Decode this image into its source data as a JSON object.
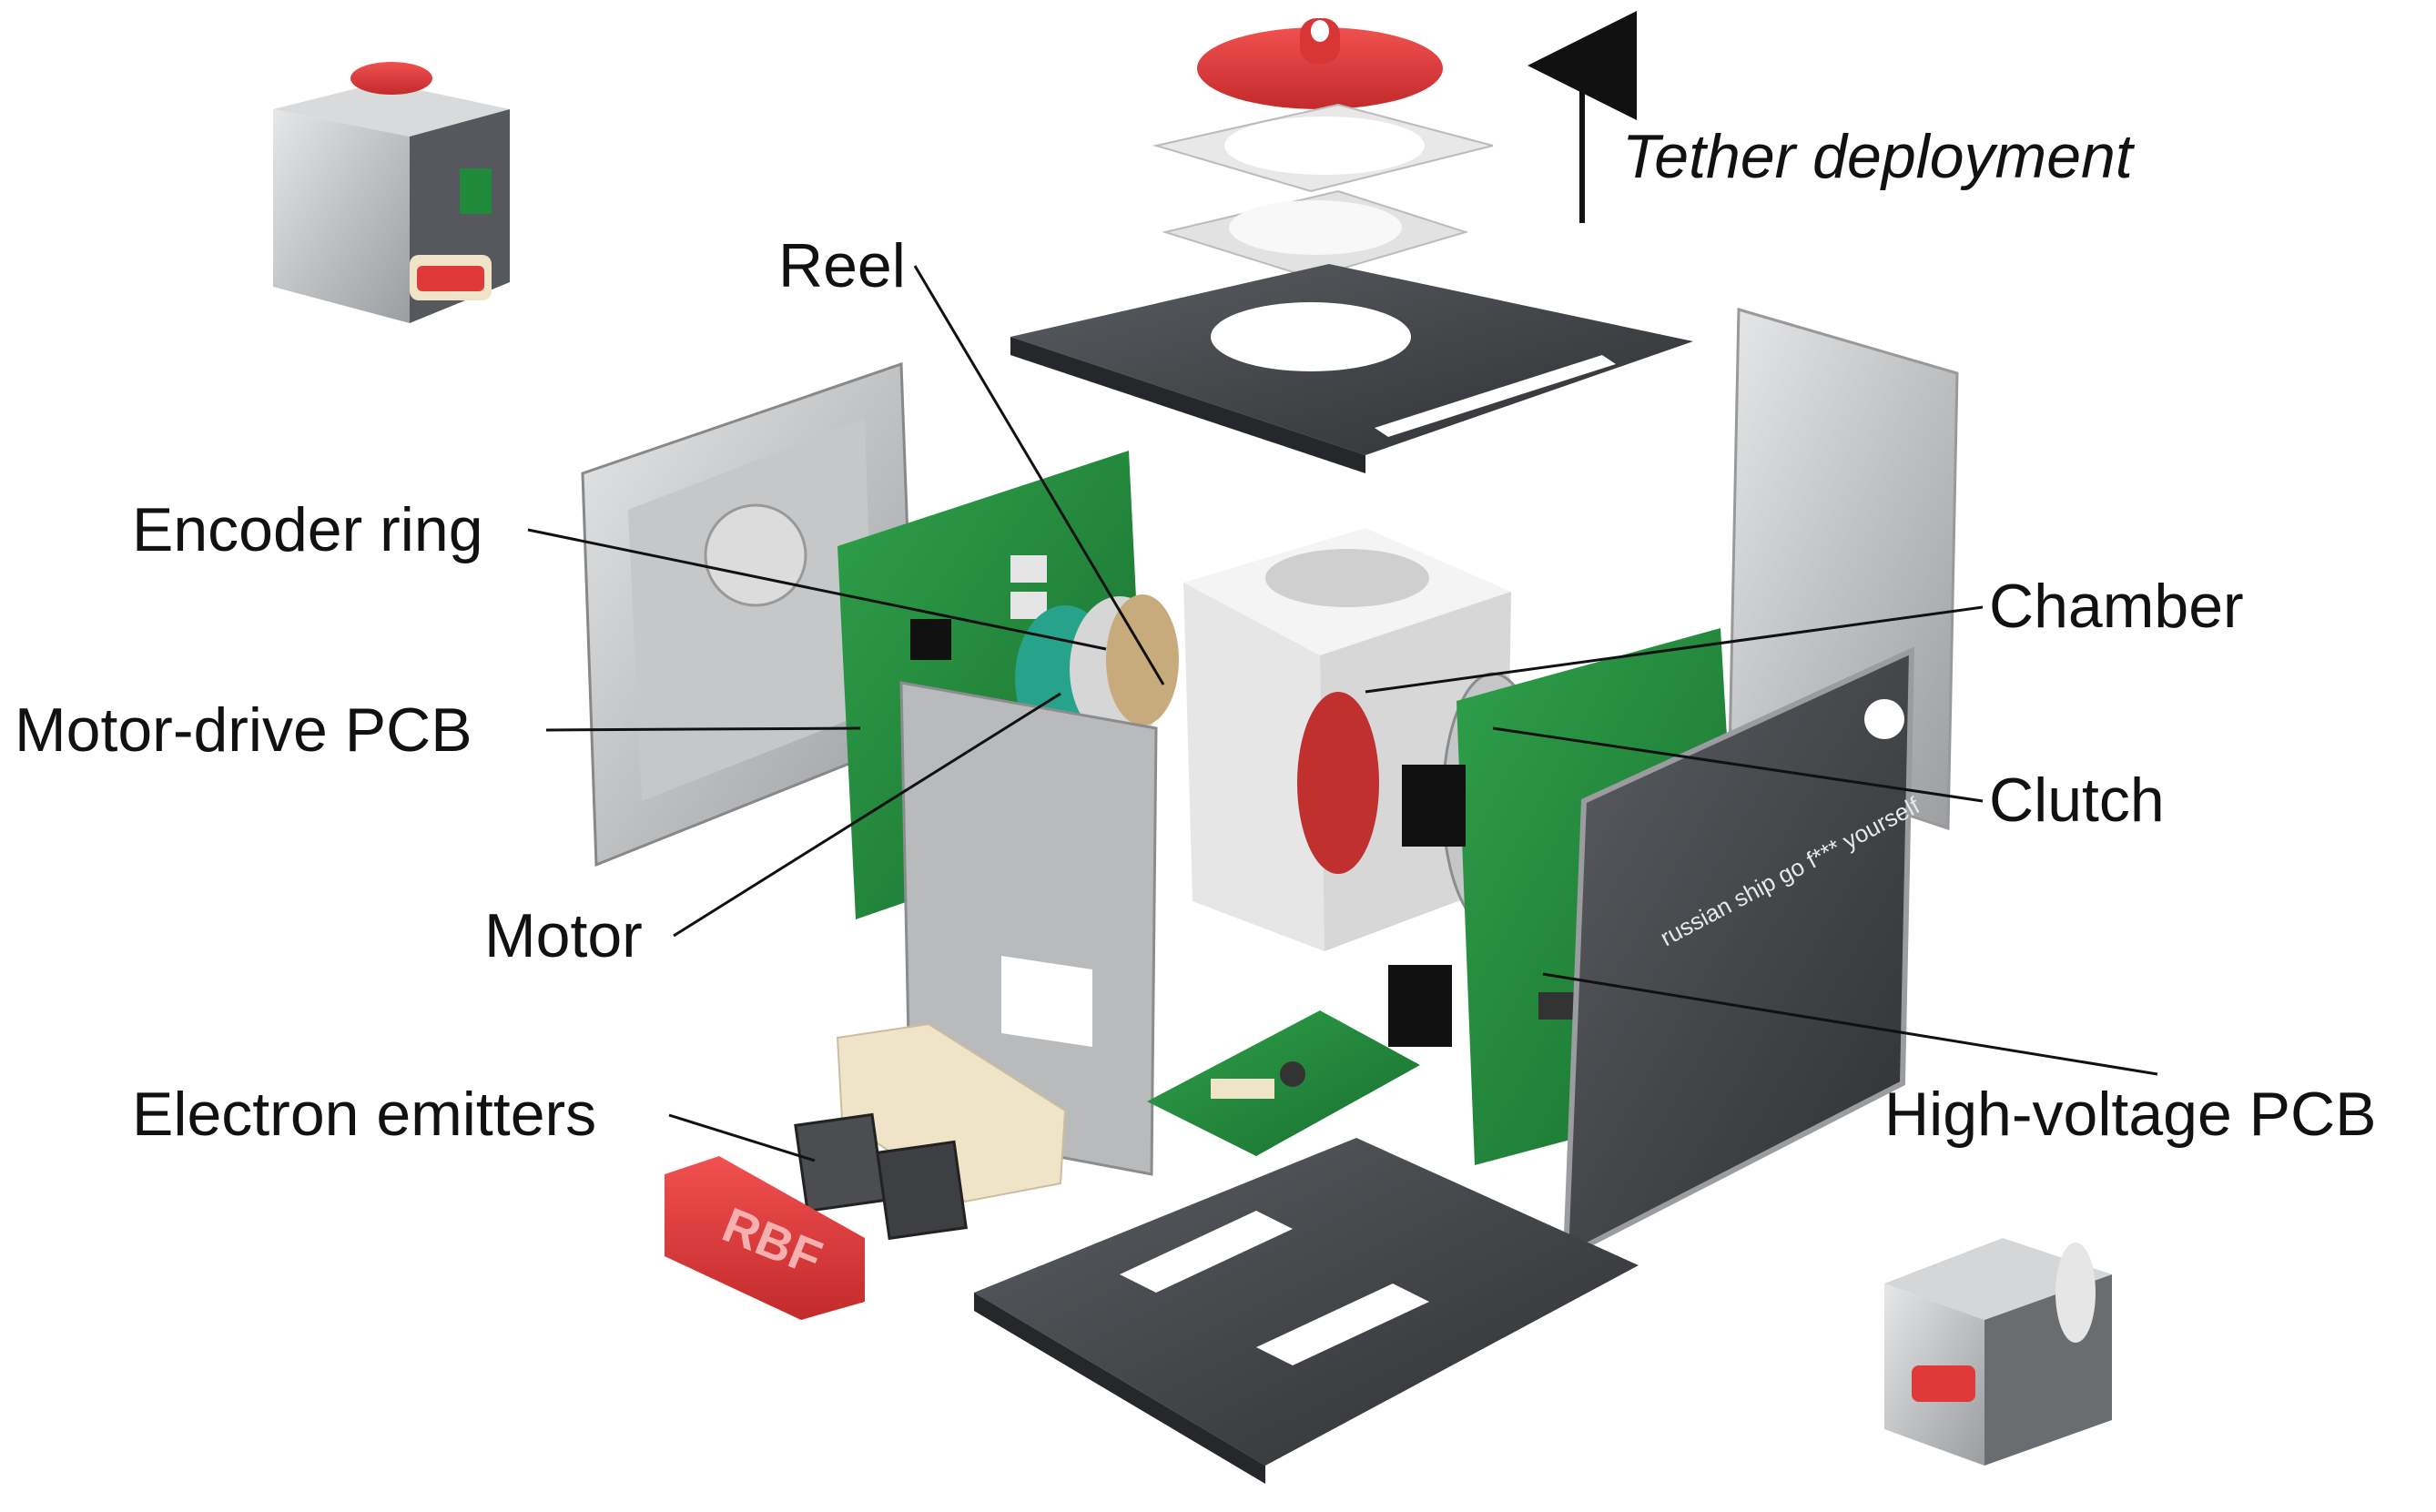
{
  "labels": {
    "tether": "Tether deployment",
    "reel": "Reel",
    "encoder": "Encoder ring",
    "motor_pcb": "Motor-drive PCB",
    "motor": "Motor",
    "emitters": "Electron emitters",
    "chamber": "Chamber",
    "clutch": "Clutch",
    "hv_pcb": "High-voltage PCB"
  },
  "artwork": {
    "etched_text": "russian ship go f*** yourself",
    "logo_plaque": "RBF"
  },
  "colors": {
    "pcb_green": "#1f8a3a",
    "aluminum": "#c9cbcd",
    "dark_plate": "#3b3d40",
    "red_part": "#e0393a",
    "cream_part": "#efe3c8",
    "chamber_white": "#ececec",
    "leader_line": "#111111"
  }
}
